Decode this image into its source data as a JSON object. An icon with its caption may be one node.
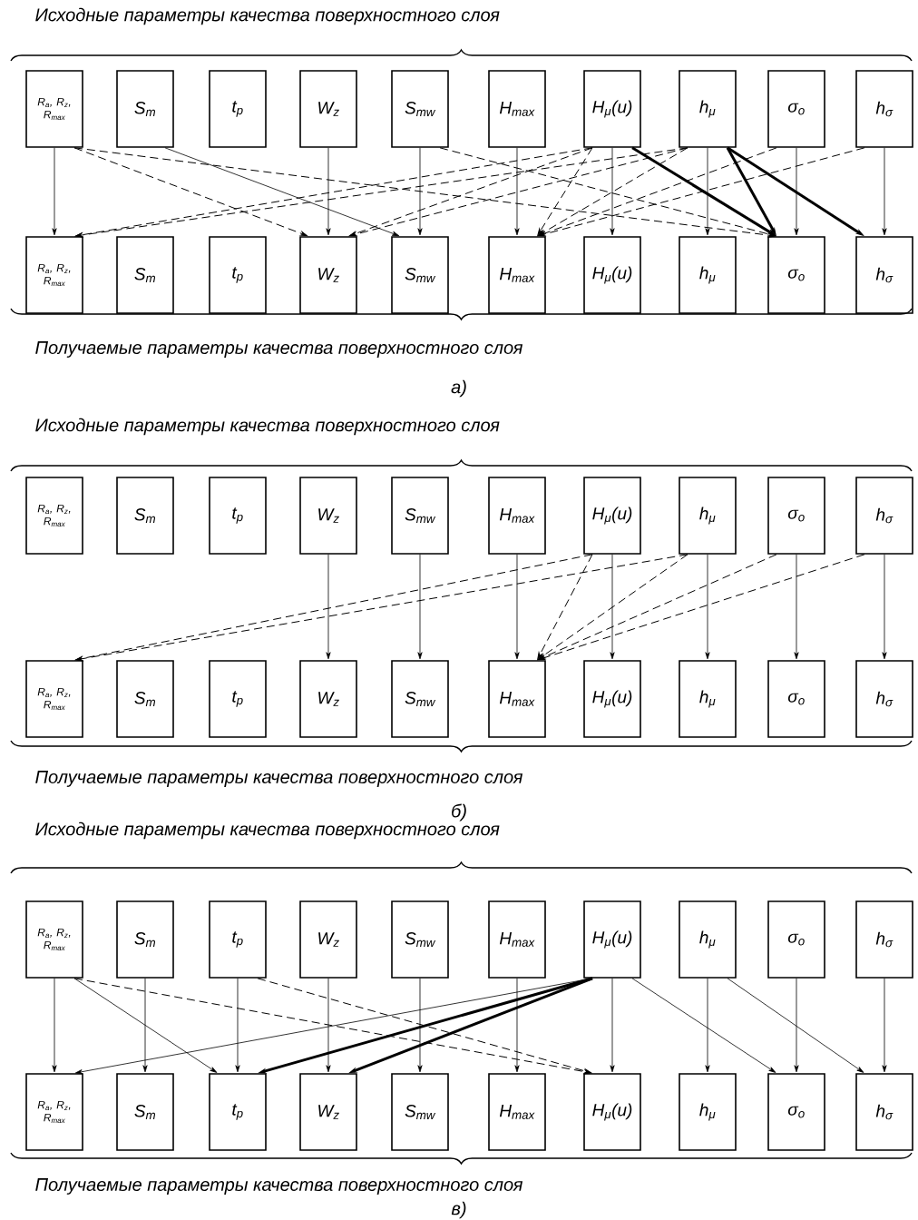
{
  "diagram": {
    "nodes": [
      {
        "text": [
          "R$_{a}$, R$_{z}$, R$_{max}$"
        ]
      },
      {
        "text": [
          "S$_{m}$"
        ]
      },
      {
        "text": [
          "t$_{p}$"
        ]
      },
      {
        "text": [
          "W$_{z}$"
        ]
      },
      {
        "text": [
          "S$_{mw}$"
        ]
      },
      {
        "text": [
          "H$_{max}$"
        ]
      },
      {
        "text": [
          "H$_{μ}$(и)"
        ]
      },
      {
        "text": [
          "h$_{μ}$"
        ]
      },
      {
        "text": [
          "σ$_{о}$"
        ]
      },
      {
        "text": [
          "h$_{σ}$"
        ]
      },
      {
        "text": [
          "R$_{a}$, R$_{z}$, R$_{max}$"
        ]
      },
      {
        "text": [
          "S$_{m}$"
        ]
      },
      {
        "text": [
          "t$_{p}$"
        ]
      },
      {
        "text": [
          "W$_{z}$"
        ]
      },
      {
        "text": [
          "S$_{mw}$"
        ]
      },
      {
        "text": [
          "H$_{max}$"
        ]
      },
      {
        "text": [
          "H$_{μ}$(и)"
        ]
      },
      {
        "text": [
          "h$_{μ}$"
        ]
      },
      {
        "text": [
          "σ$_{о}$"
        ]
      },
      {
        "text": [
          "h$_{σ}$"
        ]
      },
      {
        "text": [
          "R$_{a}$, R$_{z}$, R$_{max}$"
        ]
      },
      {
        "text": [
          "S$_{m}$"
        ]
      },
      {
        "text": [
          "t$_{p}$"
        ]
      },
      {
        "text": [
          "W$_{z}$"
        ]
      },
      {
        "text": [
          "S$_{mw}$"
        ]
      },
      {
        "text": [
          "H$_{max}$"
        ]
      },
      {
        "text": [
          "H$_{μ}$(и)"
        ]
      },
      {
        "text": [
          "h$_{μ}$"
        ]
      },
      {
        "text": [
          "σ$_{о}$"
        ]
      },
      {
        "text": [
          "h$_{σ}$"
        ]
      },
      {
        "text": [
          "R$_{a}$, R$_{z}$, R$_{max}$"
        ]
      },
      {
        "text": [
          "S$_{m}$"
        ]
      },
      {
        "text": [
          "t$_{p}$"
        ]
      },
      {
        "text": [
          "W$_{z}$"
        ]
      },
      {
        "text": [
          "S$_{mw}$"
        ]
      },
      {
        "text": [
          "H$_{max}$"
        ]
      },
      {
        "text": [
          "H$_{μ}$(и)"
        ]
      },
      {
        "text": [
          "h$_{μ}$"
        ]
      },
      {
        "text": [
          "σ$_{о}$"
        ]
      },
      {
        "text": [
          "h$_{σ}$"
        ]
      },
      {
        "text": [
          "R$_{a}$, R$_{z}$, R$_{max}$"
        ]
      },
      {
        "text": [
          "S$_{m}$"
        ]
      },
      {
        "text": [
          "t$_{p}$"
        ]
      },
      {
        "text": [
          "W$_{z}$"
        ]
      },
      {
        "text": [
          "S$_{mw}$"
        ]
      },
      {
        "text": [
          "H$_{max}$"
        ]
      },
      {
        "text": [
          "H$_{μ}$(и)"
        ]
      },
      {
        "text": [
          "h$_{μ}$"
        ]
      },
      {
        "text": [
          "σ$_{о}$"
        ]
      },
      {
        "text": [
          "h$_{σ}$"
        ]
      },
      {
        "text": [
          "R$_{a}$, R$_{z}$, R$_{max}$"
        ]
      },
      {
        "text": [
          "S$_{m}$"
        ]
      },
      {
        "text": [
          "t$_{p}$"
        ]
      },
      {
        "text": [
          "W$_{z}$"
        ]
      },
      {
        "text": [
          "S$_{mw}$"
        ]
      },
      {
        "text": [
          "H$_{max}$"
        ]
      },
      {
        "text": [
          "H$_{μ}$(и)"
        ]
      },
      {
        "text": [
          "h$_{μ}$"
        ]
      },
      {
        "text": [
          "σ$_{о}$"
        ]
      },
      {
        "text": [
          "h$_{σ}$"
        ]
      }
    ],
    "edges": [
      {
        "from": 0,
        "to": 10,
        "arrow": "to"
      },
      {
        "from": 3,
        "to": 13,
        "arrow": "to"
      },
      {
        "from": 4,
        "to": 14,
        "arrow": "to"
      },
      {
        "from": 5,
        "to": 15,
        "arrow": "to"
      },
      {
        "from": 6,
        "to": 16,
        "arrow": "to"
      },
      {
        "from": 7,
        "to": 17,
        "arrow": "to"
      },
      {
        "from": 8,
        "to": 18,
        "arrow": "to"
      },
      {
        "from": 9,
        "to": 19,
        "arrow": "to"
      },
      {
        "from": 1,
        "to": 14,
        "arrow": "to"
      },
      {
        "from": 0,
        "to": 13,
        "arrow": "to",
        "style": "dashed"
      },
      {
        "from": 0,
        "to": 18,
        "arrow": "to",
        "style": "dashed"
      },
      {
        "from": 4,
        "to": 18,
        "arrow": "to",
        "style": "dashed"
      },
      {
        "from": 6,
        "to": 10,
        "arrow": "to",
        "style": "dashed"
      },
      {
        "from": 6,
        "to": 13,
        "arrow": "to",
        "style": "dashed"
      },
      {
        "from": 6,
        "to": 15,
        "arrow": "to",
        "style": "dashed"
      },
      {
        "from": 6,
        "to": 18,
        "arrow": "to",
        "style": "thick"
      },
      {
        "from": 7,
        "to": 10,
        "arrow": "to",
        "style": "dashed"
      },
      {
        "from": 7,
        "to": 13,
        "arrow": "to",
        "style": "dashed"
      },
      {
        "from": 7,
        "to": 15,
        "arrow": "to",
        "style": "dashed"
      },
      {
        "from": 7,
        "to": 18,
        "arrow": "to",
        "style": "thick"
      },
      {
        "from": 7,
        "to": 19,
        "arrow": "to",
        "style": "thick"
      },
      {
        "from": 8,
        "to": 15,
        "arrow": "to",
        "style": "dashed"
      },
      {
        "from": 9,
        "to": 15,
        "arrow": "to",
        "style": "dashed"
      },
      {
        "from": 23,
        "to": 33,
        "arrow": "to"
      },
      {
        "from": 24,
        "to": 34,
        "arrow": "to"
      },
      {
        "from": 25,
        "to": 35,
        "arrow": "to"
      },
      {
        "from": 26,
        "to": 36,
        "arrow": "to"
      },
      {
        "from": 27,
        "to": 37,
        "arrow": "to"
      },
      {
        "from": 28,
        "to": 38,
        "arrow": "to"
      },
      {
        "from": 29,
        "to": 39,
        "arrow": "to"
      },
      {
        "from": 26,
        "to": 30,
        "arrow": "to",
        "style": "dashed"
      },
      {
        "from": 27,
        "to": 30,
        "arrow": "to",
        "style": "dashed"
      },
      {
        "from": 26,
        "to": 35,
        "arrow": "to",
        "style": "dashed"
      },
      {
        "from": 27,
        "to": 35,
        "arrow": "to",
        "style": "dashed"
      },
      {
        "from": 28,
        "to": 35,
        "arrow": "to",
        "style": "dashed"
      },
      {
        "from": 29,
        "to": 35,
        "arrow": "to",
        "style": "dashed"
      },
      {
        "from": 40,
        "to": 50,
        "arrow": "to"
      },
      {
        "from": 41,
        "to": 51,
        "arrow": "to"
      },
      {
        "from": 42,
        "to": 52,
        "arrow": "to"
      },
      {
        "from": 43,
        "to": 53,
        "arrow": "to"
      },
      {
        "from": 44,
        "to": 54,
        "arrow": "to"
      },
      {
        "from": 45,
        "to": 55,
        "arrow": "to"
      },
      {
        "from": 46,
        "to": 56,
        "arrow": "to"
      },
      {
        "from": 47,
        "to": 57,
        "arrow": "to"
      },
      {
        "from": 48,
        "to": 58,
        "arrow": "to"
      },
      {
        "from": 49,
        "to": 59,
        "arrow": "to"
      },
      {
        "from": 40,
        "to": 52,
        "arrow": "to"
      },
      {
        "from": 40,
        "to": 56,
        "arrow": "to",
        "style": "dashed"
      },
      {
        "from": 42,
        "to": 56,
        "arrow": "to",
        "style": "dashed"
      },
      {
        "from": 46,
        "to": 50,
        "arrow": "to"
      },
      {
        "from": 46,
        "to": 52,
        "arrow": "to",
        "style": "thick"
      },
      {
        "from": 46,
        "to": 53,
        "arrow": "to",
        "style": "thick"
      },
      {
        "from": 46,
        "to": 58,
        "arrow": "to"
      },
      {
        "from": 47,
        "to": 59,
        "arrow": "to"
      }
    ],
    "labels": [
      "Исходные параметры качества поверхностного слоя",
      "Получаемые параметры качества поверхностного слоя",
      "а)",
      "Исходные параметры качества поверхностного слоя",
      "Получаемые параметры качества поверхностного слоя",
      "б)",
      "Исходные параметры качества поверхностного слоя",
      "Получаемые параметры качества поверхностного слоя",
      "в)"
    ]
  }
}
